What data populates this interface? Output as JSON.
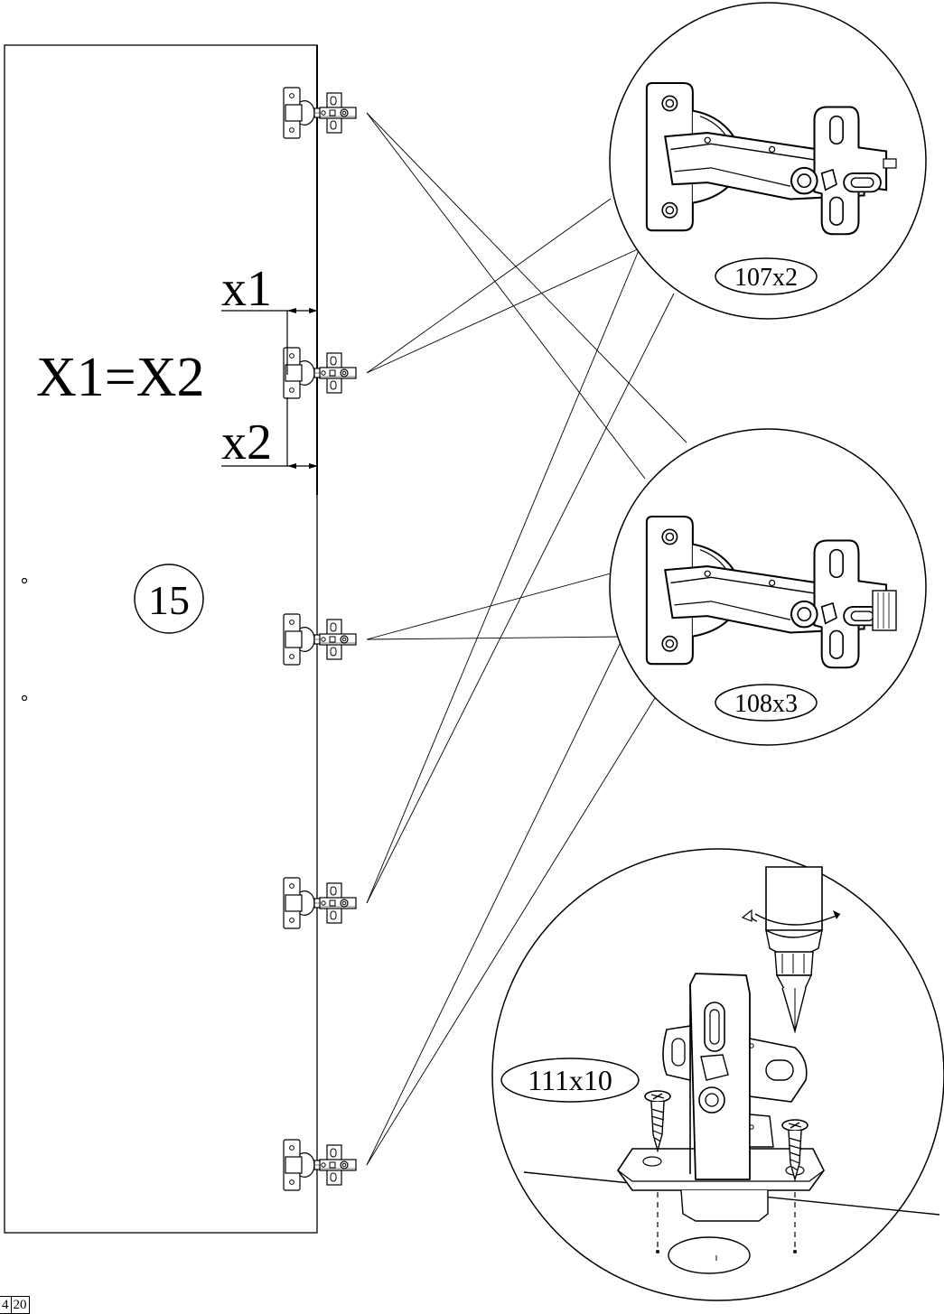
{
  "panel": {
    "part_number": "15"
  },
  "dimensions": {
    "x1": "x1",
    "x2": "x2",
    "equation": "X1=X2"
  },
  "callouts": [
    {
      "label": "107x2"
    },
    {
      "label": "108x3"
    },
    {
      "label": "111x10"
    }
  ],
  "page": {
    "current": "4",
    "total": "20"
  }
}
